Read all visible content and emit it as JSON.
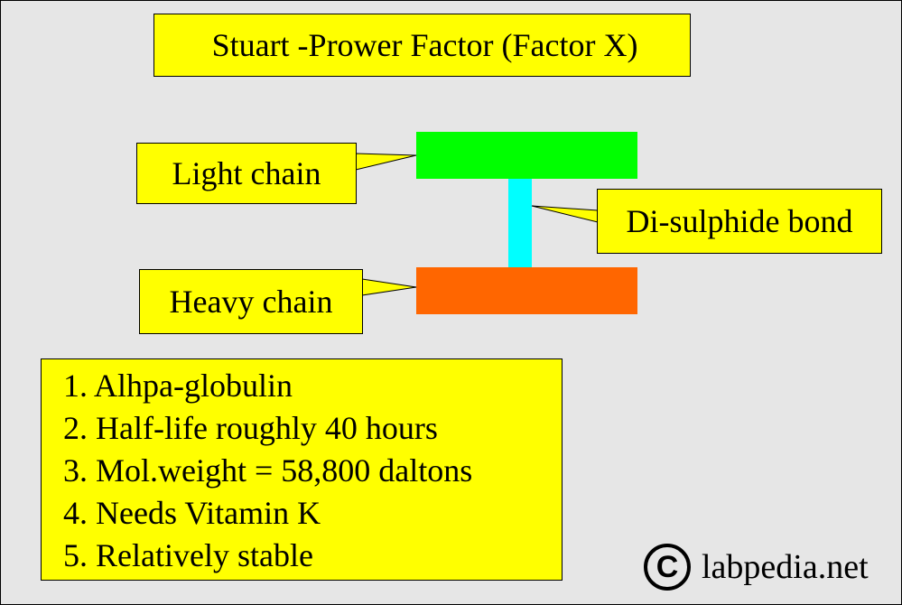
{
  "title": "Stuart -Prower Factor (Factor X)",
  "diagram": {
    "light_chain_label": "Light chain",
    "heavy_chain_label": "Heavy chain",
    "disulphide_label": "Di-sulphide bond",
    "colors": {
      "light_chain": "#00ff00",
      "disulphide_bond": "#00ffff",
      "heavy_chain": "#ff6600",
      "label_fill": "#ffff00",
      "background": "#e6e6e6"
    }
  },
  "properties": [
    "1. Alhpa-globulin",
    "2. Half-life roughly 40 hours",
    "3. Mol.weight = 58,800 daltons",
    "4. Needs Vitamin K",
    "5. Relatively stable"
  ],
  "watermark": {
    "icon": "copyright-icon",
    "symbol": "C",
    "text": "labpedia.net"
  }
}
